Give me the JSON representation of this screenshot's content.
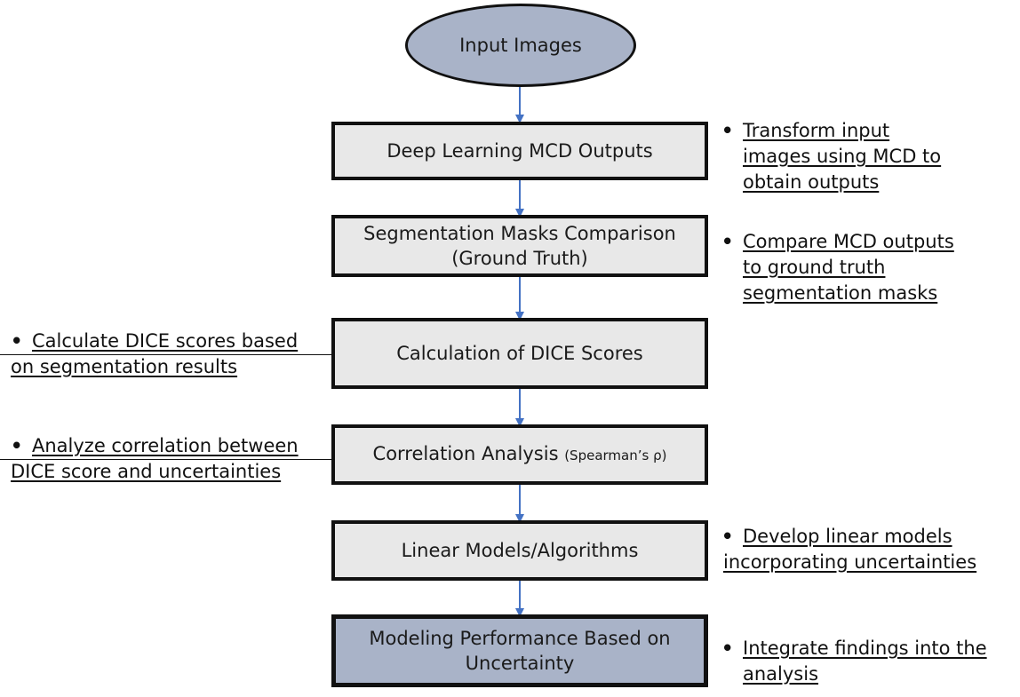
{
  "colors": {
    "connector": "#4472c4",
    "box_fill": "#e8e8e8",
    "accent_fill": "#a9b3c8",
    "border": "#111111"
  },
  "nodes": {
    "input": "Input Images",
    "mcd": "Deep Learning MCD Outputs",
    "segmentation": {
      "line1": "Segmentation Masks Comparison",
      "line2": "(Ground Truth)"
    },
    "dice": "Calculation of DICE Scores",
    "correlation": {
      "main": "Correlation Analysis ",
      "small": "(Spearman’s ρ)"
    },
    "linear": "Linear Models/Algorithms",
    "modeling": {
      "line1": "Modeling Performance Based on",
      "line2": "Uncertainty"
    }
  },
  "notes": {
    "mcd": [
      "Transform input",
      "images using MCD to",
      "obtain outputs"
    ],
    "segmentation": [
      "Compare MCD outputs",
      "to ground truth",
      "segmentation masks"
    ],
    "dice": [
      "Calculate DICE scores based",
      "on segmentation results"
    ],
    "correlation": [
      "Analyze correlation between",
      "DICE score and uncertainties"
    ],
    "linear": [
      "Develop linear models",
      "incorporating  uncertainties"
    ],
    "modeling": [
      "Integrate findings  into the",
      "analysis"
    ]
  },
  "bullet_symbol": "•"
}
